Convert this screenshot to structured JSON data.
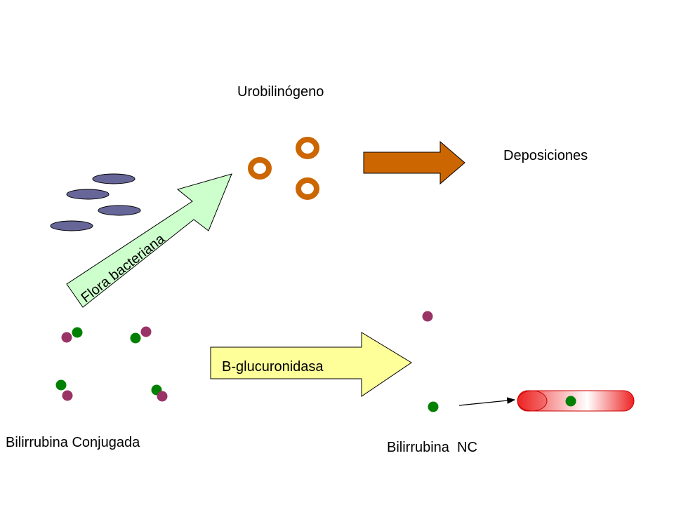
{
  "labels": {
    "urobilinogen": "Urobilinógeno",
    "stools": "Deposiciones",
    "bacterial_flora": "Flora bacteriana",
    "b_glucuronidase": "B-glucuronidasa",
    "conjugated_bilirubin": "Bilirrubina Conjugada",
    "unconjugated_bilirubin": "Bilirrubina  NC"
  },
  "colors": {
    "bacteria_fill": "#666699",
    "urobilinogen_ring": "#cc6600",
    "stools_arrow": "#cc6600",
    "flora_arrow": "#ccffcc",
    "glucuronidase_arrow": "#ffff99",
    "glucuronic_acid_dot": "#993366",
    "bilirubin_dot": "#008000",
    "vessel_red": "#ee3333"
  }
}
